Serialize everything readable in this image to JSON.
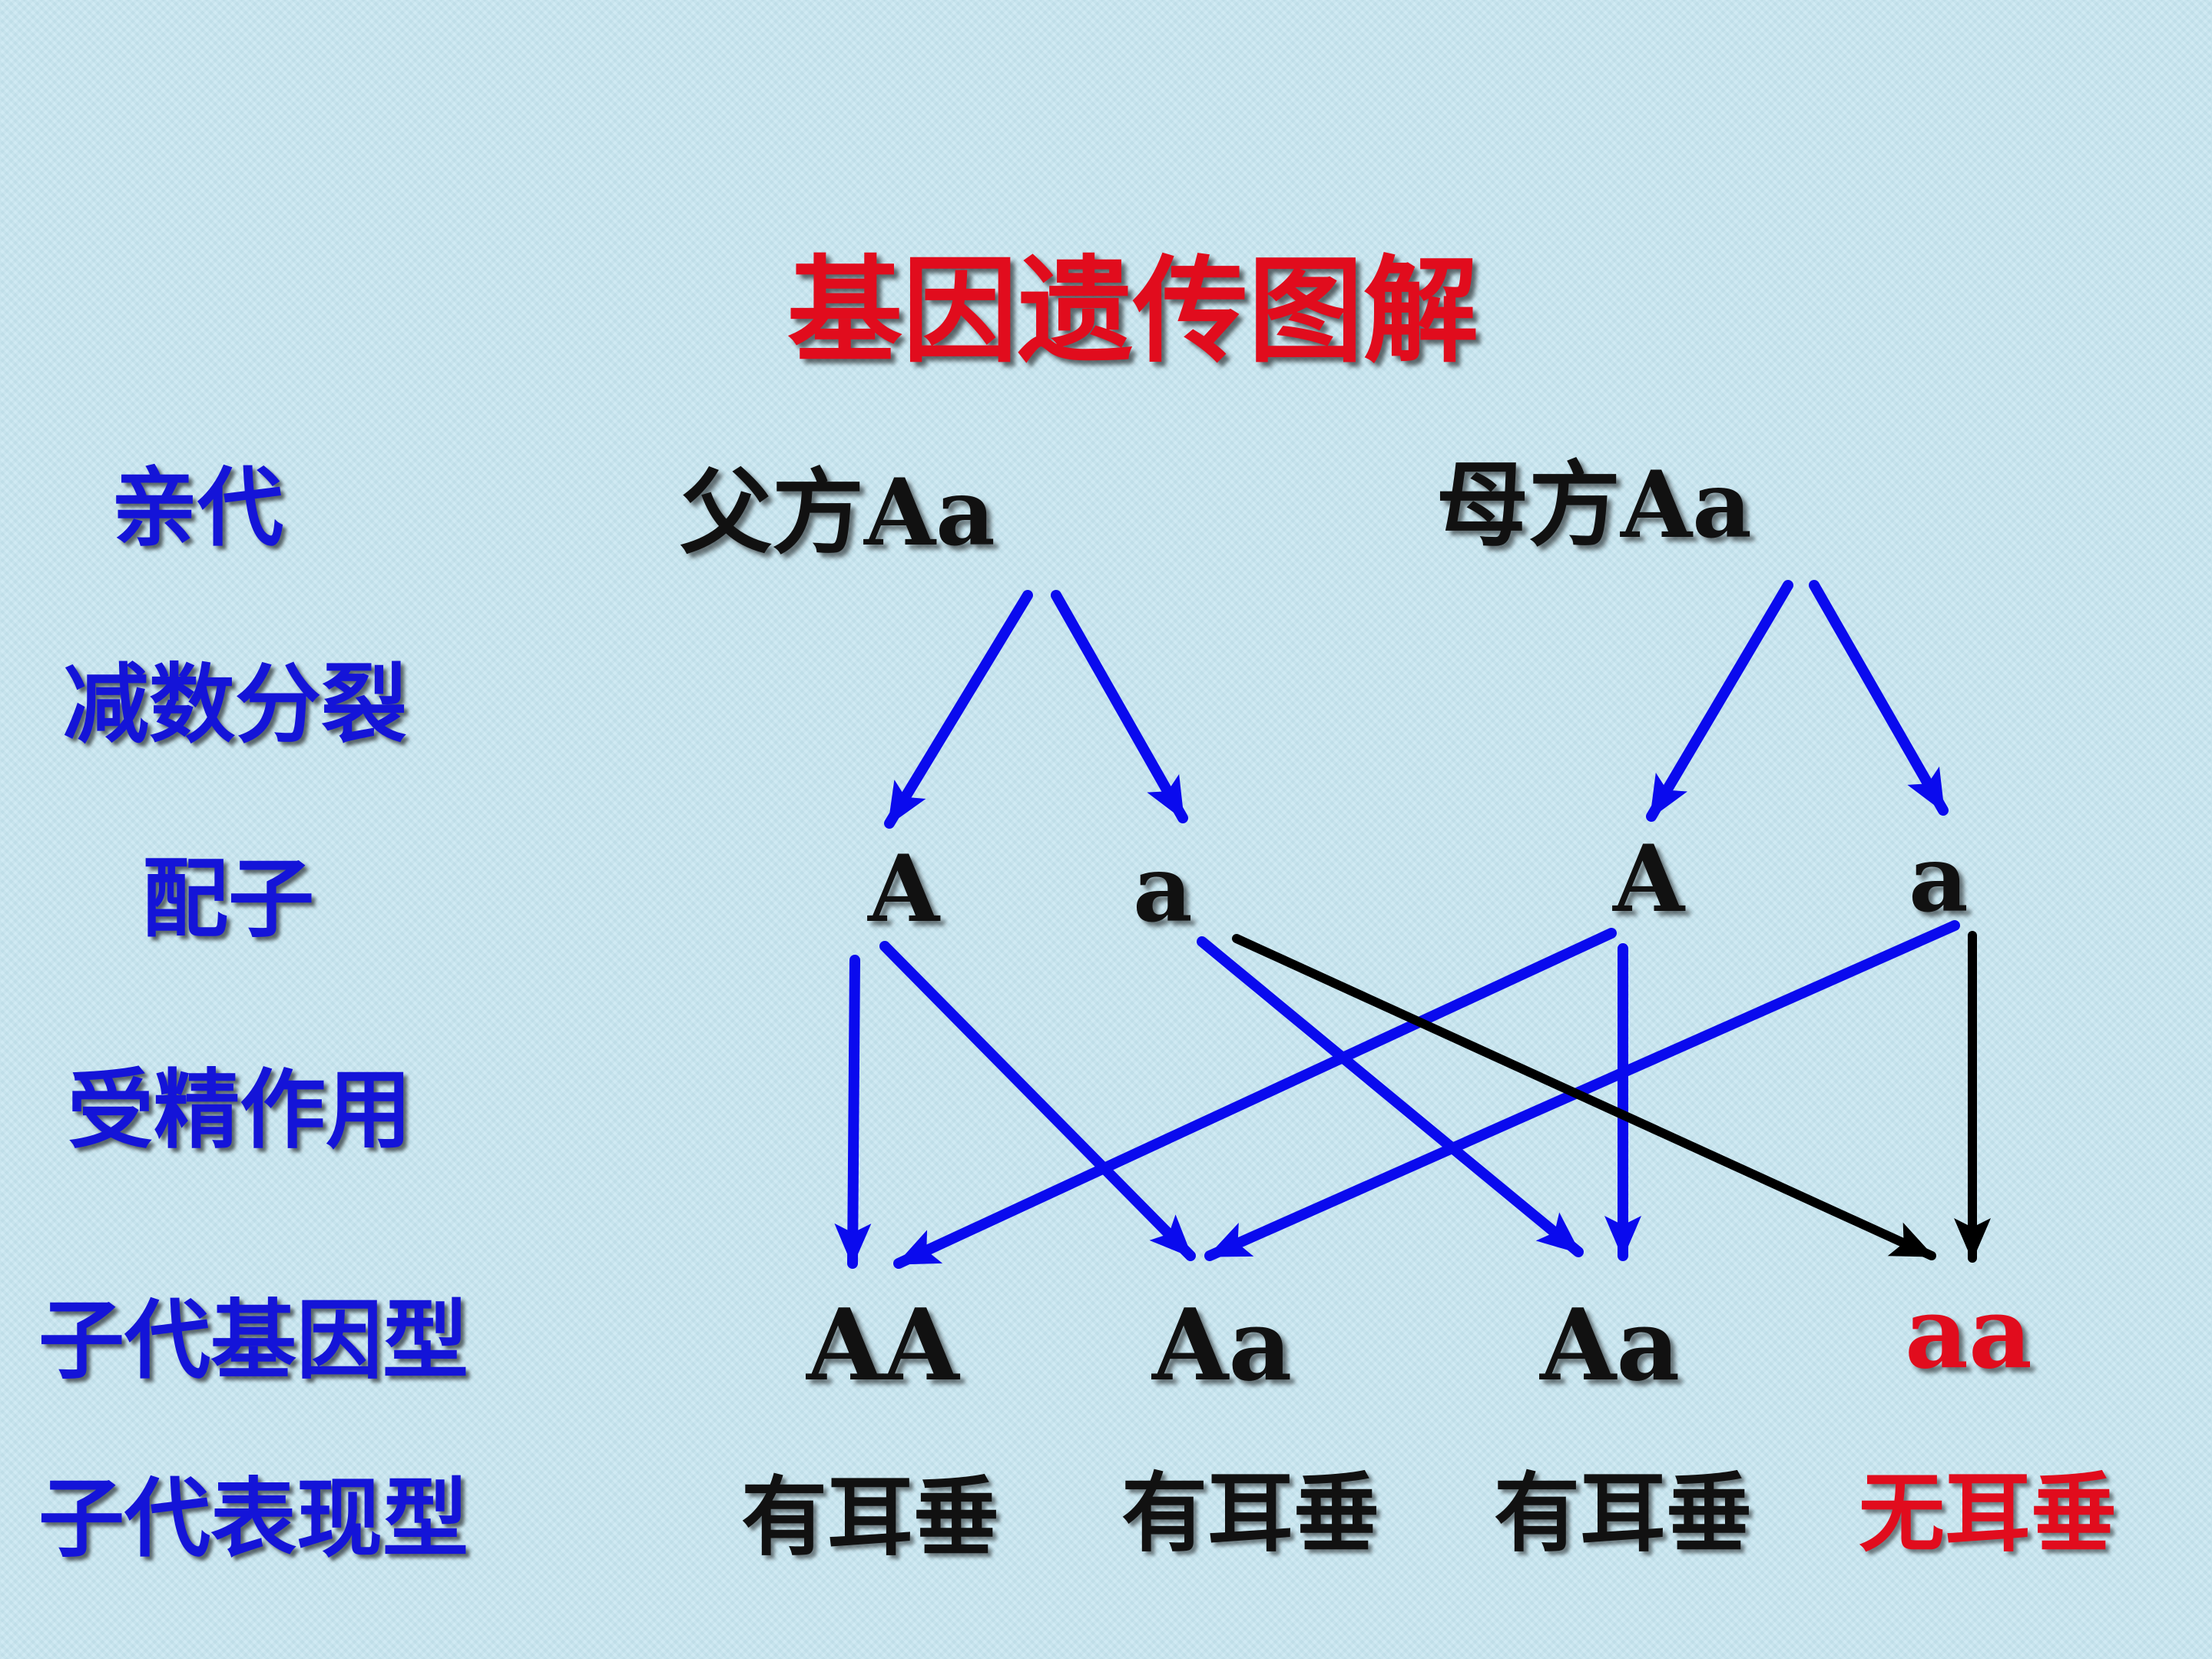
{
  "title": "基因遗传图解",
  "row_labels": {
    "parents": "亲代",
    "meiosis": "减数分裂",
    "gametes": "配子",
    "fertilization": "受精作用",
    "offspring_genotype": "子代基因型",
    "offspring_phenotype": "子代表现型"
  },
  "parents": {
    "father": "父方Aa",
    "mother": "母方Aa"
  },
  "gametes": {
    "father_A": "A",
    "father_a": "a",
    "mother_A": "A",
    "mother_a": "a"
  },
  "offspring_genotypes": [
    "AA",
    "Aa",
    "Aa",
    "aa"
  ],
  "offspring_phenotypes": [
    "有耳垂",
    "有耳垂",
    "有耳垂",
    "无耳垂"
  ],
  "colors": {
    "title": "#e10c1d",
    "label": "#1414d8",
    "arrow_blue": "#0a0aee",
    "arrow_black": "#000000",
    "recessive": "#e10c1d",
    "background": "#c7e6f1"
  }
}
